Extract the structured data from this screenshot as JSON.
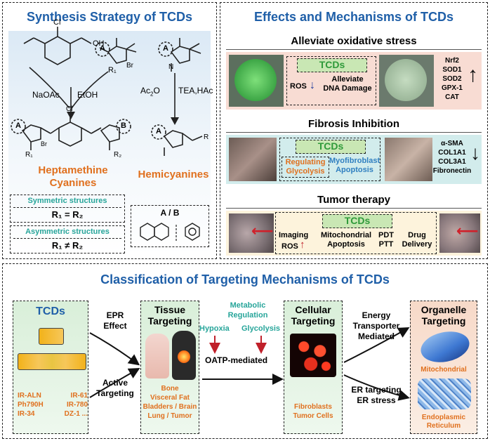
{
  "synthesis": {
    "title": "Synthesis Strategy of TCDs",
    "reagent_naoac": "NaOAc",
    "reagent_etoh": "EtOH",
    "reagent_ac2o": "Ac",
    "reagent_ac2o_sub": "2",
    "reagent_ac2o_end": "O",
    "reagent_tea": "TEA,HAc",
    "heptamethine_label": "Heptamethine\nCyanines",
    "hemicyanines_label": "Hemicyanines",
    "symmetric_label": "Symmetric structures",
    "symmetric_formula": "R₁ = R₂",
    "asymmetric_label": "Asymmetric structures",
    "asymmetric_formula": "R₁ ≠ R₂",
    "ab_label": "A / B",
    "atoms": {
      "cl": "Cl",
      "oh": "OH",
      "br": "Br",
      "n": "N",
      "a": "A",
      "b": "B",
      "r1": "R₁",
      "r2": "R₂",
      "r": "R"
    }
  },
  "effects": {
    "title": "Effects and Mechanisms of TCDs",
    "oxidative": {
      "heading": "Alleviate oxidative stress",
      "tcds": "TCDs",
      "ros": "ROS",
      "text": "Alleviate\nDNA Damage",
      "markers": [
        "Nrf2",
        "SOD1",
        "SOD2",
        "GPX-1",
        "CAT"
      ]
    },
    "fibrosis": {
      "heading": "Fibrosis Inhibition",
      "tcds": "TCDs",
      "left": "Regulating\nGlycolysis",
      "right": "Myofibroblast\nApoptosis",
      "markers": [
        "α-SMA",
        "COL1A1",
        "COL3A1",
        "Fibronectin"
      ]
    },
    "tumor": {
      "heading": "Tumor therapy",
      "tcds": "TCDs",
      "imaging": "Imaging",
      "ros": "ROS",
      "mito": "Mitochondrial\nApoptosis",
      "pdt": "PDT\nPTT",
      "drug": "Drug\nDelivery"
    }
  },
  "classification": {
    "title": "Classification of Targeting Mechanisms of TCDs",
    "tcds": "TCDs",
    "compounds": [
      "IR-ALN",
      "IR-61",
      "Ph790H",
      "IR-780",
      "IR-34",
      "DZ-1 ..."
    ],
    "epr": "EPR\nEffect",
    "active": "Active\nTargeting",
    "tissue_title": "Tissue\nTargeting",
    "tissue_items": "Bone\nVisceral Fat\nBladders / Brain\nLung / Tumor",
    "metabolic": "Metabolic\nRegulation",
    "hypoxia": "Hypoxia",
    "glycolysis": "Glycolysis",
    "oatp": "OATP-mediated",
    "cellular_title": "Cellular\nTargeting",
    "cellular_items": "Fibroblasts\nTumor Cells",
    "energy": "Energy\nTransporter\nMediated",
    "er": "ER targeting\nER stress",
    "organelle_title": "Organelle\nTargeting",
    "mito": "Mitochondrial",
    "reticulum": "Endoplasmic\nReticulum"
  },
  "colors": {
    "title_blue": "#1f5fa8",
    "orange": "#e0701e",
    "teal": "#27a59a",
    "green_box": "#2f9a3a",
    "red_arrow": "#c0202a"
  }
}
